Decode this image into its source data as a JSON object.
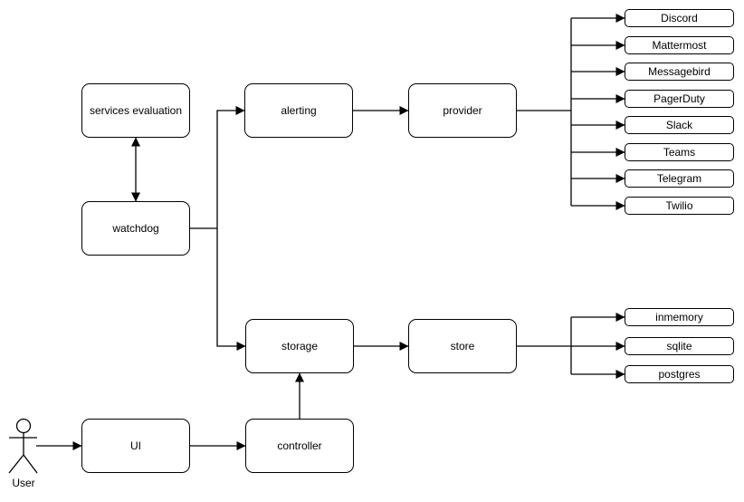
{
  "diagram": {
    "colors": {
      "background": "#ffffff",
      "stroke": "#000000",
      "node_fill": "#ffffff",
      "text": "#000000"
    },
    "nodes": {
      "services_evaluation": "services evaluation",
      "watchdog": "watchdog",
      "alerting": "alerting",
      "provider": "provider",
      "storage": "storage",
      "store": "store",
      "ui": "UI",
      "controller": "controller"
    },
    "provider_children": [
      "Discord",
      "Mattermost",
      "Messagebird",
      "PagerDuty",
      "Slack",
      "Teams",
      "Telegram",
      "Twilio"
    ],
    "store_children": [
      "inmemory",
      "sqlite",
      "postgres"
    ],
    "actor_label": "User"
  }
}
